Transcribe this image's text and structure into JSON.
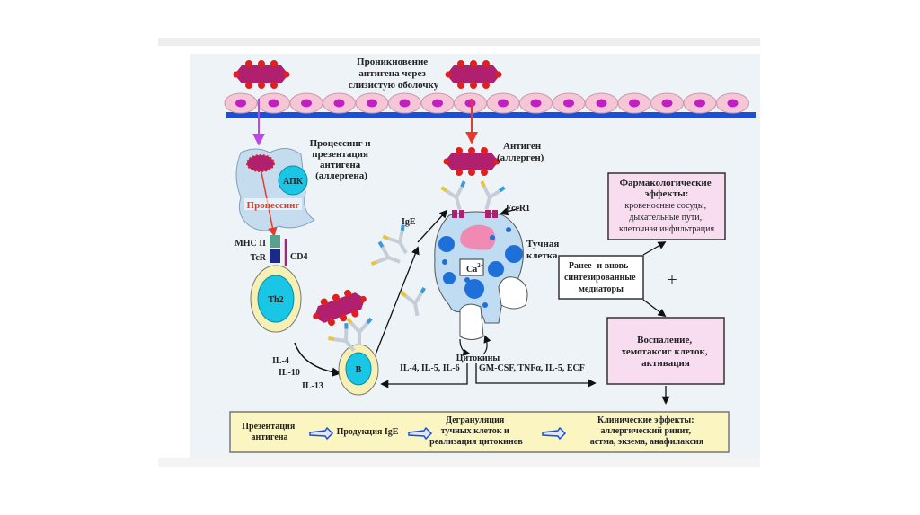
{
  "diagram": {
    "title_penetration": [
      "Проникновение",
      "антигена через",
      "слизистую оболочку"
    ],
    "processing_presentation": [
      "Процессинг и",
      "презентация",
      "антигена",
      "(аллергена)"
    ],
    "apc_label": "АПК",
    "processing_label": "Процессинг",
    "mhc_label": "MHC II",
    "tcr_label": "TcR",
    "cd4_label": "CD4",
    "th2_label": "Th2",
    "b_label": "B",
    "il_th2": [
      "IL-4",
      "IL-10",
      "IL-13"
    ],
    "ige_label": "IgE",
    "antigen_label": [
      "Антиген",
      "(аллерген)"
    ],
    "fcer_label": "FcεR1",
    "mast_label": [
      "Тучная",
      "клетка"
    ],
    "ca_label": "Ca",
    "ca_sup": "2+",
    "cytokines_label": "Цитокины",
    "il_mast_left": "IL-4, IL-5, IL-6",
    "il_mast_right": "GM-CSF, TNFα, IL-5, ECF",
    "pharm_box": {
      "title": [
        "Фармакологические",
        "эффекты:"
      ],
      "body": [
        "кровеносные сосуды,",
        "дыхательные пути,",
        "клеточная инфильтрация"
      ]
    },
    "mediators_box": [
      "Ранее- и вновь-",
      "синтезированные",
      "медиаторы"
    ],
    "plus_sign": "+",
    "inflammation_box": [
      "Воспаление,",
      "хемотаксис клеток,",
      "активация"
    ]
  },
  "summary_bar": {
    "steps": [
      {
        "lines": [
          "Презентация",
          "антигена"
        ]
      },
      {
        "lines": [
          "Продукция IgE"
        ]
      },
      {
        "lines": [
          "Дегрануляция",
          "тучных клеток и",
          "реализация цитокинов"
        ]
      },
      {
        "lines": [
          "Клинические эффекты:",
          "аллергический ринит,",
          "астма, экзема, анафилаксия"
        ]
      }
    ]
  },
  "colors": {
    "antigen": "#b0206e",
    "antigen_dots": "#e02020",
    "epithelium": "#f6c6d6",
    "nucleus": "#c020c0",
    "membrane": "#1a4fd6",
    "cell_cyan": "#19c6e6",
    "cell_ring": "#f7f0b4",
    "mast": "#bfdcf2",
    "granule": "#1f6fd8",
    "pink_box": "#f8dcf0",
    "summary_bg": "#fbf5c2"
  }
}
